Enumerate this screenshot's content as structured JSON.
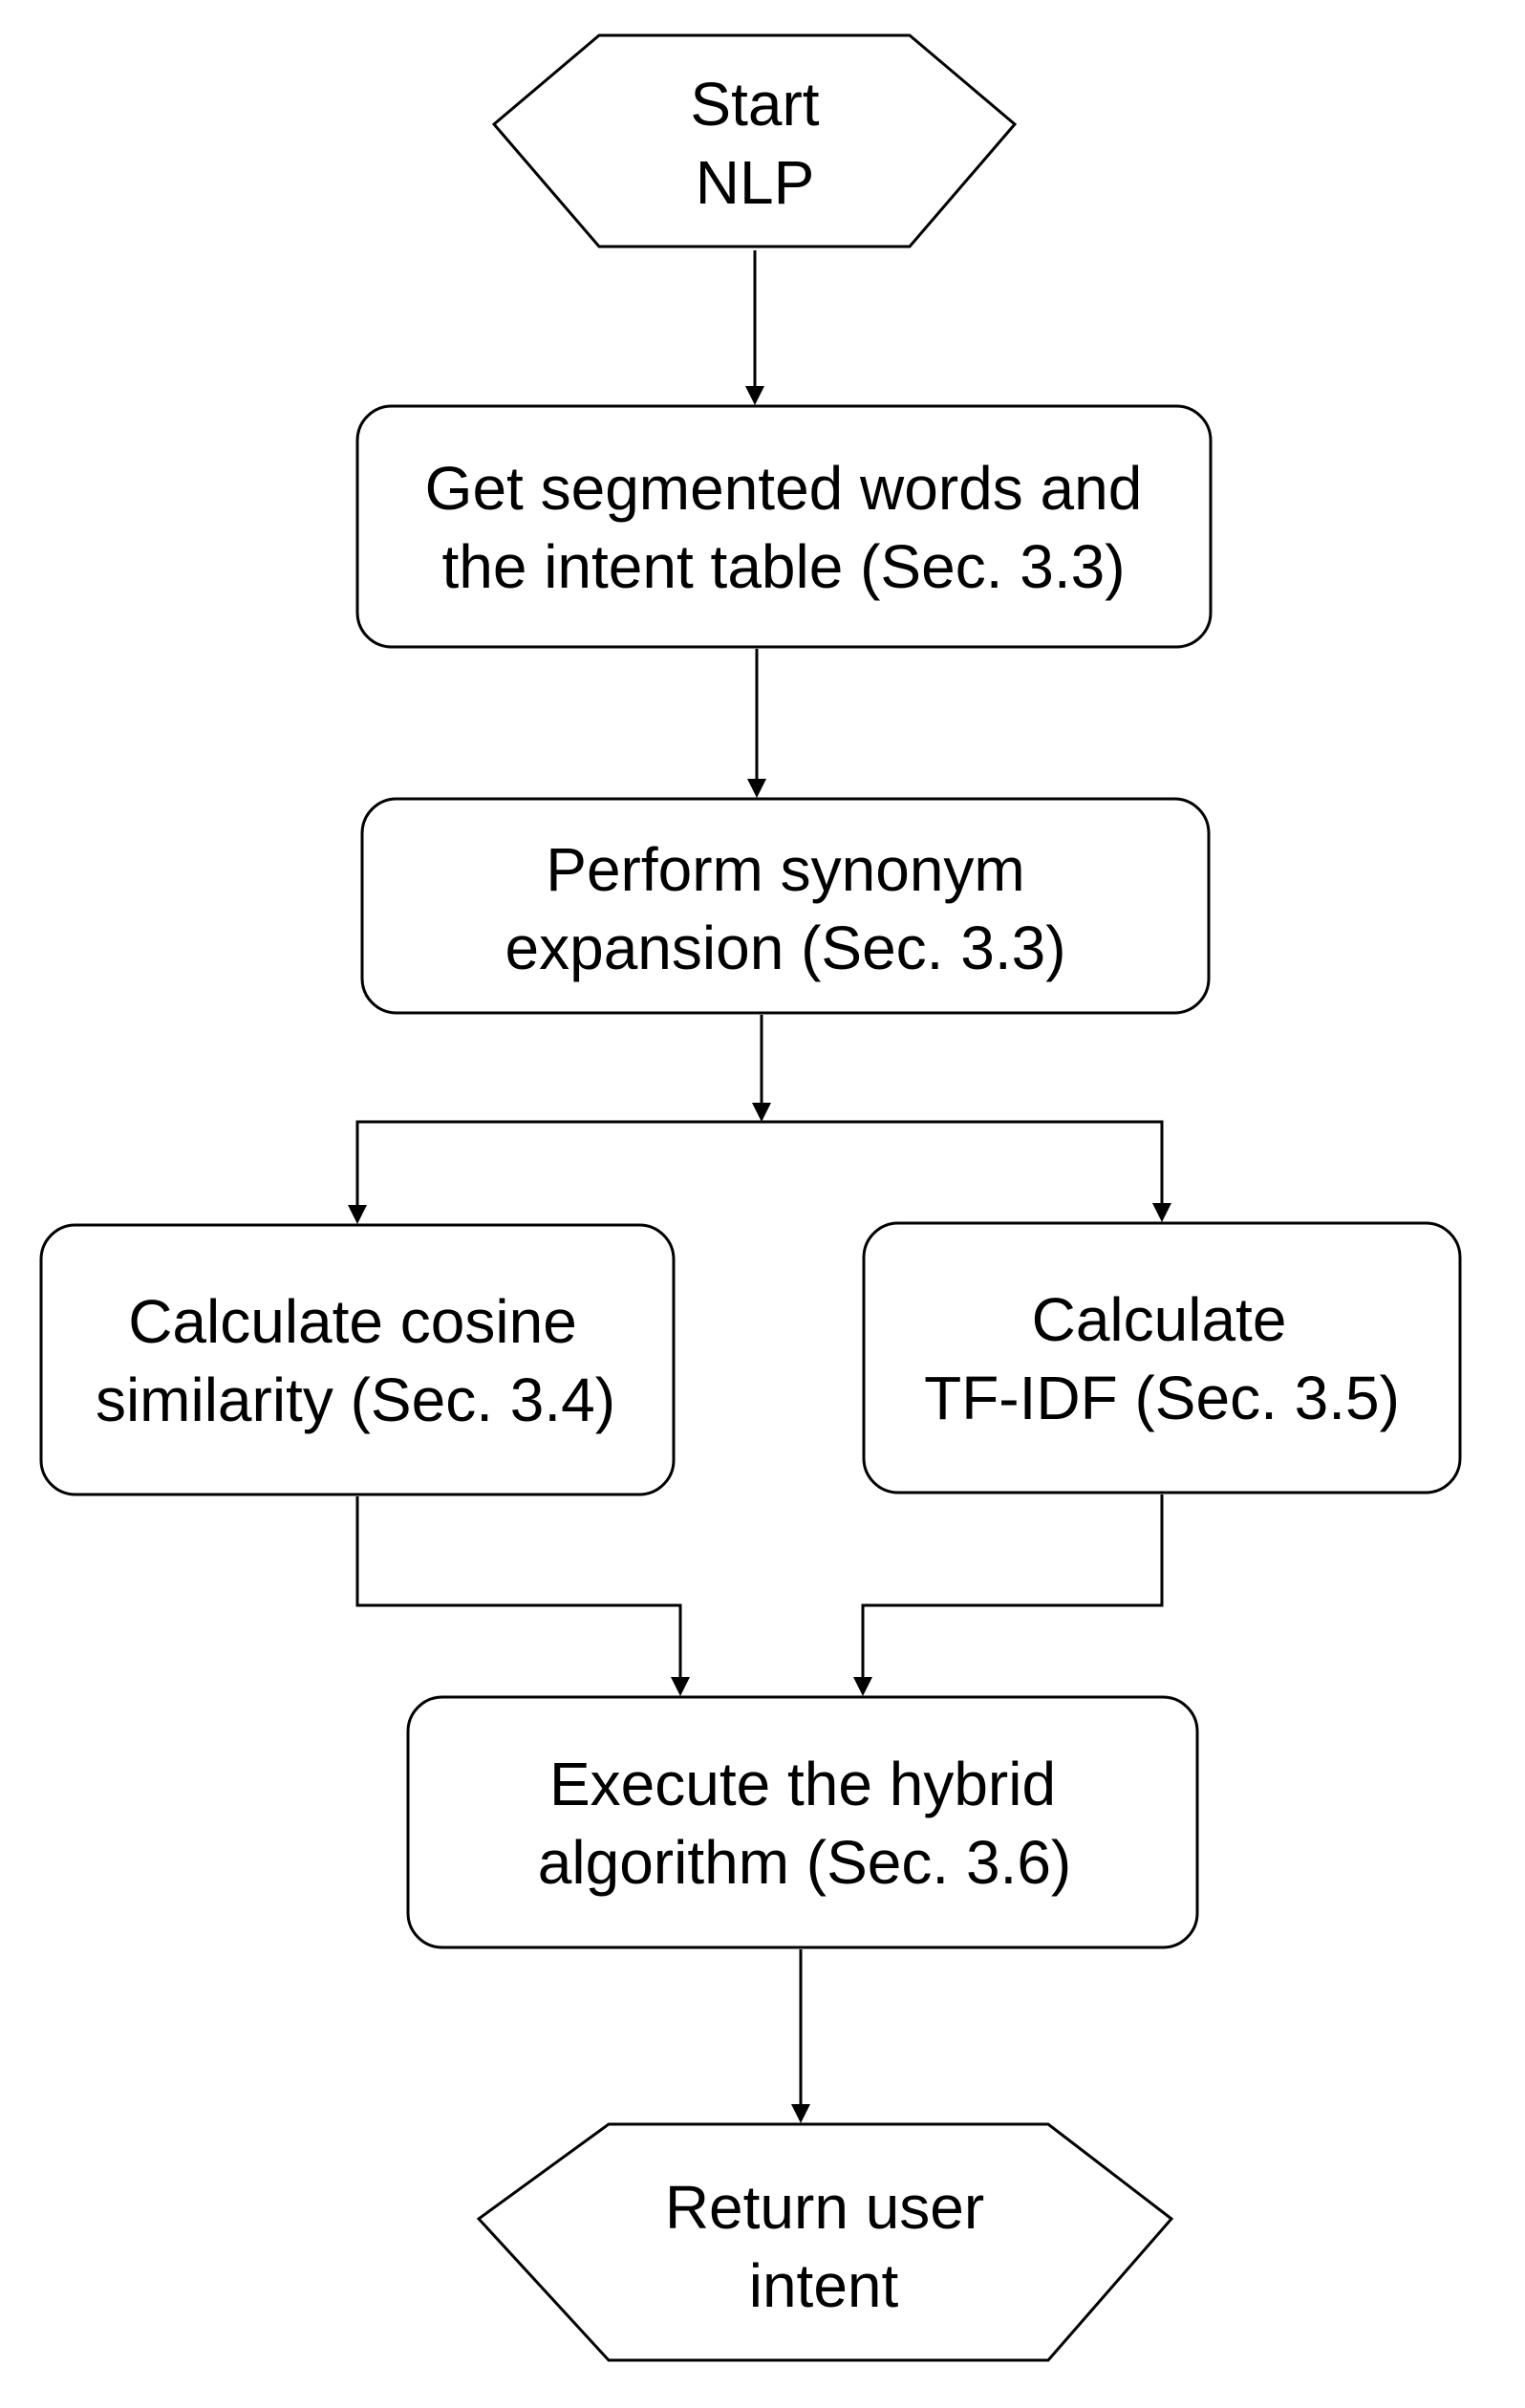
{
  "nodes": {
    "start": {
      "line1": "Start",
      "line2": "NLP"
    },
    "get_words": {
      "line1": "Get segmented words and",
      "line2": "the intent table (Sec. 3.3)"
    },
    "synonym": {
      "line1": "Perform synonym",
      "line2": "expansion (Sec. 3.3)"
    },
    "cosine": {
      "line1": "Calculate cosine",
      "line2": "similarity (Sec. 3.4)"
    },
    "tfidf": {
      "line1": "Calculate",
      "line2": "TF-IDF (Sec. 3.5)"
    },
    "hybrid": {
      "line1": "Execute the hybrid",
      "line2": "algorithm (Sec. 3.6)"
    },
    "end": {
      "line1": "Return user",
      "line2": "intent"
    }
  },
  "edges": [
    {
      "from": "start",
      "to": "get_words"
    },
    {
      "from": "get_words",
      "to": "synonym"
    },
    {
      "from": "synonym",
      "to": "cosine"
    },
    {
      "from": "synonym",
      "to": "tfidf"
    },
    {
      "from": "cosine",
      "to": "hybrid"
    },
    {
      "from": "tfidf",
      "to": "hybrid"
    },
    {
      "from": "hybrid",
      "to": "end"
    }
  ]
}
